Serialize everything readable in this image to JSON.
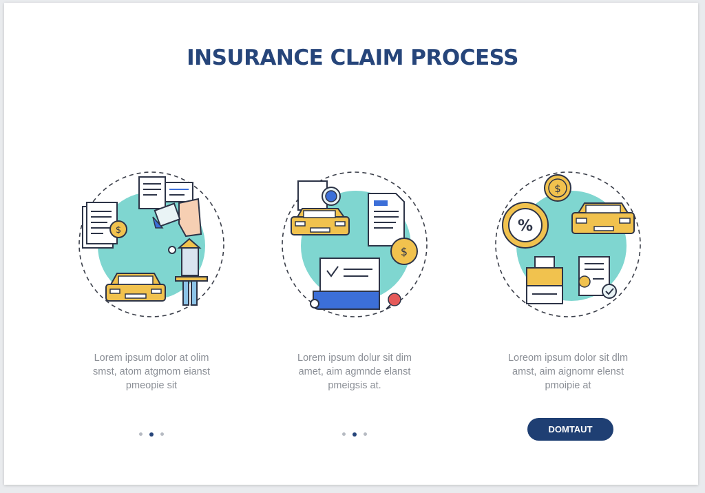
{
  "page": {
    "title": "INSURANCE CLAIM PROCESS"
  },
  "steps": [
    {
      "desc": [
        "Lorem ipsum dolor at olim",
        "smst, atom atgmom eianst",
        "pmeopie sit"
      ],
      "pager": {
        "count": 3,
        "active": 2
      }
    },
    {
      "desc": [
        "Lorem ipsum dolur sit dim",
        "amet, aim agmnde elanst",
        "pmeigsis at."
      ],
      "pager": {
        "count": 3,
        "active": 2
      }
    },
    {
      "desc": [
        "Loreom ipsum dolor sit dlm",
        "amst, aim aignomr elenst",
        "pmoipie at"
      ],
      "button_label": "DOMTAUT"
    }
  ],
  "colors": {
    "accent": "#26457a",
    "button": "#1f3f73",
    "teal": "#7fd6d0",
    "car_yellow": "#f1c24e",
    "outline": "#2d3447"
  },
  "icons": [
    "documents-icon",
    "hand-icon",
    "person-icon",
    "car-icon",
    "coin-icon",
    "check-document-icon",
    "percent-icon",
    "printer-icon",
    "scroll-icon"
  ]
}
